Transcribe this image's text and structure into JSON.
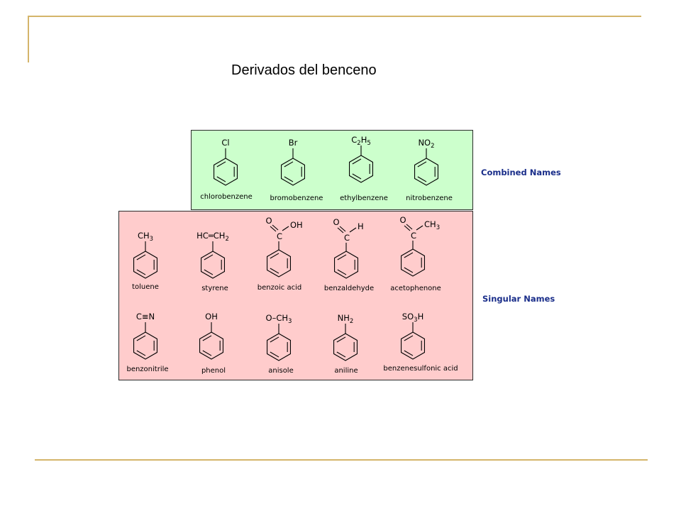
{
  "slide": {
    "title": "Derivados del benceno",
    "accent_color": "#d4b56a"
  },
  "panels": {
    "combined": {
      "label": "Combined Names",
      "background": "#ccffcc"
    },
    "singular": {
      "label": "Singular Names",
      "background": "#ffcccc"
    }
  },
  "molecules": [
    {
      "name": "chlorobenzene",
      "substituent": [
        [
          "Cl",
          ""
        ]
      ]
    },
    {
      "name": "bromobenzene",
      "substituent": [
        [
          "Br",
          ""
        ]
      ]
    },
    {
      "name": "ethylbenzene",
      "substituent": [
        [
          "C",
          ""
        ],
        [
          "2",
          "sub"
        ],
        [
          "H",
          ""
        ],
        [
          "5",
          "sub"
        ]
      ]
    },
    {
      "name": "nitrobenzene",
      "substituent": [
        [
          "NO",
          ""
        ],
        [
          "2",
          "sub"
        ]
      ]
    },
    {
      "name": "toluene",
      "substituent": [
        [
          "CH",
          ""
        ],
        [
          "3",
          "sub"
        ]
      ]
    },
    {
      "name": "styrene",
      "substituent": [
        [
          "HC",
          ""
        ],
        [
          "═",
          ""
        ],
        [
          "CH",
          ""
        ],
        [
          "2",
          "sub"
        ]
      ]
    },
    {
      "name": "benzoic acid",
      "carbonyl": {
        "c": "C",
        "o": "O",
        "r": "OH",
        "r_sub": ""
      }
    },
    {
      "name": "benzaldehyde",
      "carbonyl": {
        "c": "C",
        "o": "O",
        "r": "H",
        "r_sub": ""
      }
    },
    {
      "name": "acetophenone",
      "carbonyl": {
        "c": "C",
        "o": "O",
        "r": "CH",
        "r_sub": "3"
      }
    },
    {
      "name": "benzonitrile",
      "substituent": [
        [
          "C≡N",
          ""
        ]
      ]
    },
    {
      "name": "phenol",
      "substituent": [
        [
          "OH",
          ""
        ]
      ]
    },
    {
      "name": "anisole",
      "substituent": [
        [
          "O–CH",
          ""
        ],
        [
          "3",
          "sub"
        ]
      ]
    },
    {
      "name": "aniline",
      "substituent": [
        [
          "NH",
          ""
        ],
        [
          "2",
          "sub"
        ]
      ]
    },
    {
      "name": "benzenesulfonic acid",
      "substituent": [
        [
          "SO",
          ""
        ],
        [
          "3",
          "sub"
        ],
        [
          "H",
          ""
        ]
      ]
    }
  ]
}
